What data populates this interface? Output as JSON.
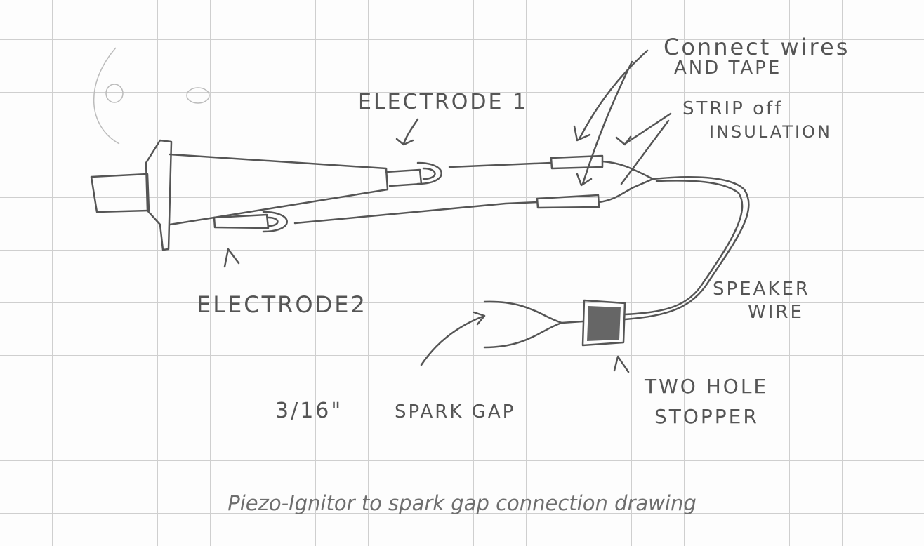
{
  "labels": {
    "electrode1": "ELECTRODE 1",
    "electrode2": "ELECTRODE2",
    "connect_wires": "Connect wires",
    "and_tape": "AND TAPE",
    "strip_off": "STRIP off",
    "insulation": "INSULATION",
    "speaker": "SPEAKER",
    "wire": "WIRE",
    "two_hole": "TWO HOLE",
    "stopper": "STOPPER",
    "gap_size": "3/16\"",
    "spark_gap": "SPARK GAP"
  },
  "caption": "Piezo-Ignitor to spark gap connection drawing"
}
